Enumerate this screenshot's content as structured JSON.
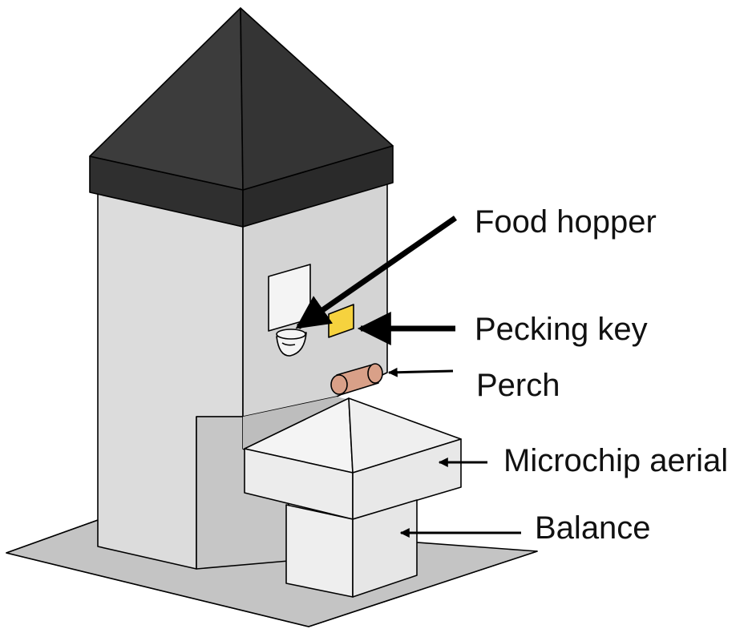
{
  "labels": {
    "food_hopper": "Food hopper",
    "pecking_key": "Pecking key",
    "perch": "Perch",
    "microchip_aerial": "Microchip aerial",
    "balance": "Balance"
  },
  "colors": {
    "roof": "#3a3a3a",
    "roof_band": "#2b2b2b",
    "wall_left": "#dcdcdc",
    "wall_right": "#d0d0d0",
    "wall_shadow": "#c2c2c2",
    "ground": "#c4c4c4",
    "aerial_top": "#f2f2f2",
    "aerial_side": "#ececec",
    "balance_body": "#eeeeee",
    "pecking_key": "#f6d23e",
    "perch": "#d9a088",
    "arrow": "#000000"
  },
  "icons": {
    "hopper": "food-hopper-icon",
    "key": "pecking-key-icon",
    "perch": "perch-icon"
  }
}
